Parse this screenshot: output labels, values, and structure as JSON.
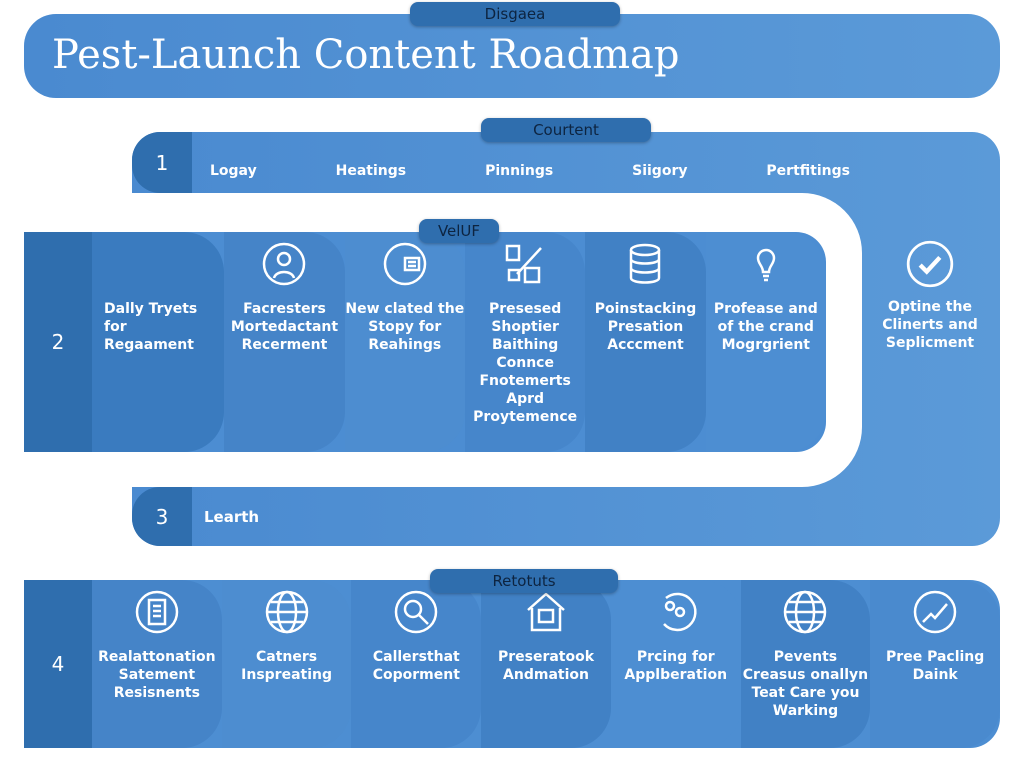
{
  "header": {
    "tab": "Disgaea",
    "title": "Pest-Launch Content Roadmap"
  },
  "section1": {
    "tab": "Courtent",
    "number": "1",
    "items": [
      "Logay",
      "Heatings",
      "Pinnings",
      "Siigory",
      "Pertfitings"
    ]
  },
  "section2": {
    "tab": "VelUF",
    "number": "2",
    "items": [
      {
        "label": "Dally Tryets for Regaament",
        "icon": "none"
      },
      {
        "label": "Facresters Mortedactant Recerment",
        "icon": "person-icon"
      },
      {
        "label": "New clated the Stopy for Reahings",
        "icon": "document-icon"
      },
      {
        "label": "Presesed Shoptier Baithing Connce Fnotemerts Aprd Proytemence",
        "icon": "design-icon"
      },
      {
        "label": "Poinstacking Presation Acccment",
        "icon": "database-icon"
      },
      {
        "label": "Profease and of the crand Mogrgrient",
        "icon": "lightbulb-icon"
      },
      {
        "label": "Optine the Clinerts and Seplicment",
        "icon": "check-icon"
      }
    ]
  },
  "section3": {
    "number": "3",
    "label": "Learth"
  },
  "section4": {
    "tab": "Retotuts",
    "number": "4",
    "items": [
      {
        "label": "Realattonation Satement Resisnents",
        "icon": "clipboard-icon"
      },
      {
        "label": "Catners Inspreating",
        "icon": "globe-icon"
      },
      {
        "label": "Callersthat Coporment",
        "icon": "search-icon"
      },
      {
        "label": "Preseratook Andmation",
        "icon": "house-icon"
      },
      {
        "label": "Prcing for Applberation",
        "icon": "cycle-icon"
      },
      {
        "label": "Pevents Creasus onallyn Teat Care you Warking",
        "icon": "globe-icon"
      },
      {
        "label": "Pree Pacling Daink",
        "icon": "chart-icon"
      }
    ]
  }
}
